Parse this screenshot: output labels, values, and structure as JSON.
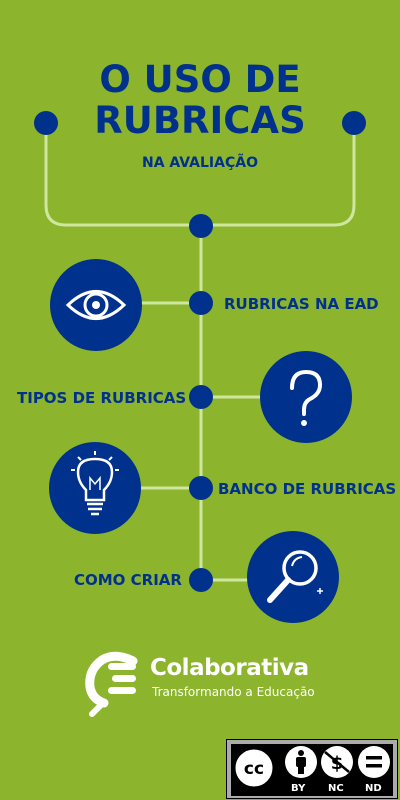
{
  "title": {
    "line1": "O USO DE",
    "line2": "RUBRICAS",
    "subtitle": "NA AVALIAÇÃO"
  },
  "items": [
    {
      "label": "RUBRICAS NA EAD",
      "icon": "eye-icon"
    },
    {
      "label": "TIPOS DE RUBRICAS",
      "icon": "question-mark-icon"
    },
    {
      "label": "BANCO DE RUBRICAS",
      "icon": "lightbulb-icon"
    },
    {
      "label": "COMO CRIAR",
      "icon": "magnifier-icon"
    }
  ],
  "brand": {
    "name": "Colaborativa",
    "tagline": "Transformando a Educação"
  },
  "license": {
    "tags": [
      "BY",
      "NC",
      "ND"
    ],
    "cc_text": "cc"
  },
  "colors": {
    "background": "#8cb42c",
    "navy": "#00318d",
    "line": "#cfe6a0",
    "white": "#ffffff"
  }
}
